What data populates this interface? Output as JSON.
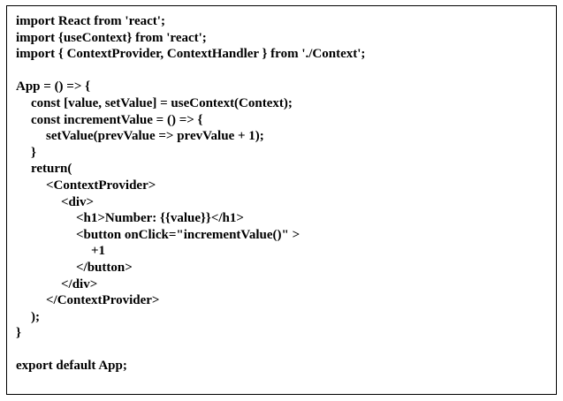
{
  "document": {
    "kind": "code-listing",
    "language": "javascript-react",
    "text_color": "#000000",
    "background_color": "#ffffff",
    "border_color": "#000000"
  },
  "lines": [
    {
      "indent": 0,
      "text": "import React from 'react';"
    },
    {
      "indent": 0,
      "text": "import {useContext} from 'react';"
    },
    {
      "indent": 0,
      "text": "import { ContextProvider, ContextHandler } from './Context';"
    },
    {
      "indent": 0,
      "text": ""
    },
    {
      "indent": 0,
      "text": "App = () => {"
    },
    {
      "indent": 1,
      "text": "const [value, setValue] = useContext(Context);"
    },
    {
      "indent": 1,
      "text": "const incrementValue = () => {"
    },
    {
      "indent": 2,
      "text": "setValue(prevValue => prevValue + 1);"
    },
    {
      "indent": 1,
      "text": "}"
    },
    {
      "indent": 1,
      "text": "return("
    },
    {
      "indent": 2,
      "text": "<ContextProvider>"
    },
    {
      "indent": 3,
      "text": "<div>"
    },
    {
      "indent": 4,
      "text": "<h1>Number: {{value}}</h1>"
    },
    {
      "indent": 4,
      "text": "<button onClick=\"incrementValue()\" >"
    },
    {
      "indent": 5,
      "text": "+1"
    },
    {
      "indent": 4,
      "text": "</button>"
    },
    {
      "indent": 3,
      "text": "</div>"
    },
    {
      "indent": 2,
      "text": "</ContextProvider>"
    },
    {
      "indent": 1,
      "text": ");"
    },
    {
      "indent": 0,
      "text": "}"
    },
    {
      "indent": 0,
      "text": ""
    },
    {
      "indent": 0,
      "text": "export default App;"
    }
  ]
}
